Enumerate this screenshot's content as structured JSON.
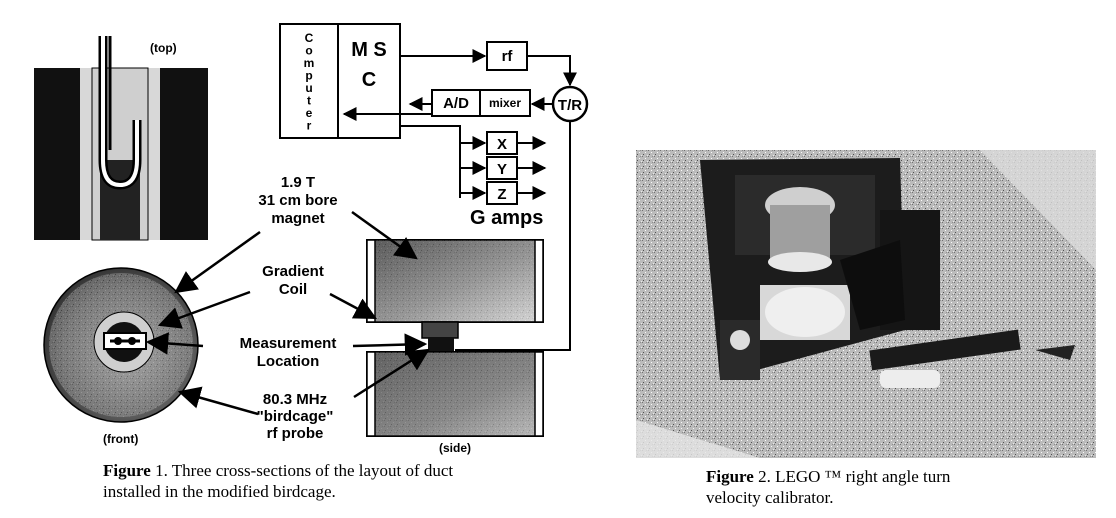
{
  "figure1": {
    "top_view_label": "(top)",
    "front_view_label": "(front)",
    "side_view_label": "(side)",
    "computer_letters": [
      "C",
      "o",
      "m",
      "p",
      "u",
      "t",
      "e",
      "r"
    ],
    "msc_lines": [
      "M S",
      "C"
    ],
    "rf_label": "rf",
    "ad_label": "A/D",
    "mixer_label": "mixer",
    "tr_label": "T/R",
    "gradient_labels": [
      "X",
      "Y",
      "Z"
    ],
    "g_amps_label": "G amps",
    "magnet_label_lines": [
      "1.9  T",
      "31  cm  bore",
      "magnet"
    ],
    "coil_label_lines": [
      "Gradient",
      "Coil"
    ],
    "measurement_label_lines": [
      "Measurement",
      "Location"
    ],
    "probe_label_lines": [
      "80.3  MHz",
      "\"birdcage\"",
      "rf  probe"
    ],
    "caption_prefix": "Figure",
    "caption_text_line1": " 1.  Three cross-sections of the layout of duct",
    "caption_text_line2": "installed in the modified birdcage."
  },
  "figure2": {
    "caption_prefix": "Figure",
    "caption_text_line1": " 2.  LEGO ™ right angle turn",
    "caption_text_line2": "velocity calibrator."
  }
}
